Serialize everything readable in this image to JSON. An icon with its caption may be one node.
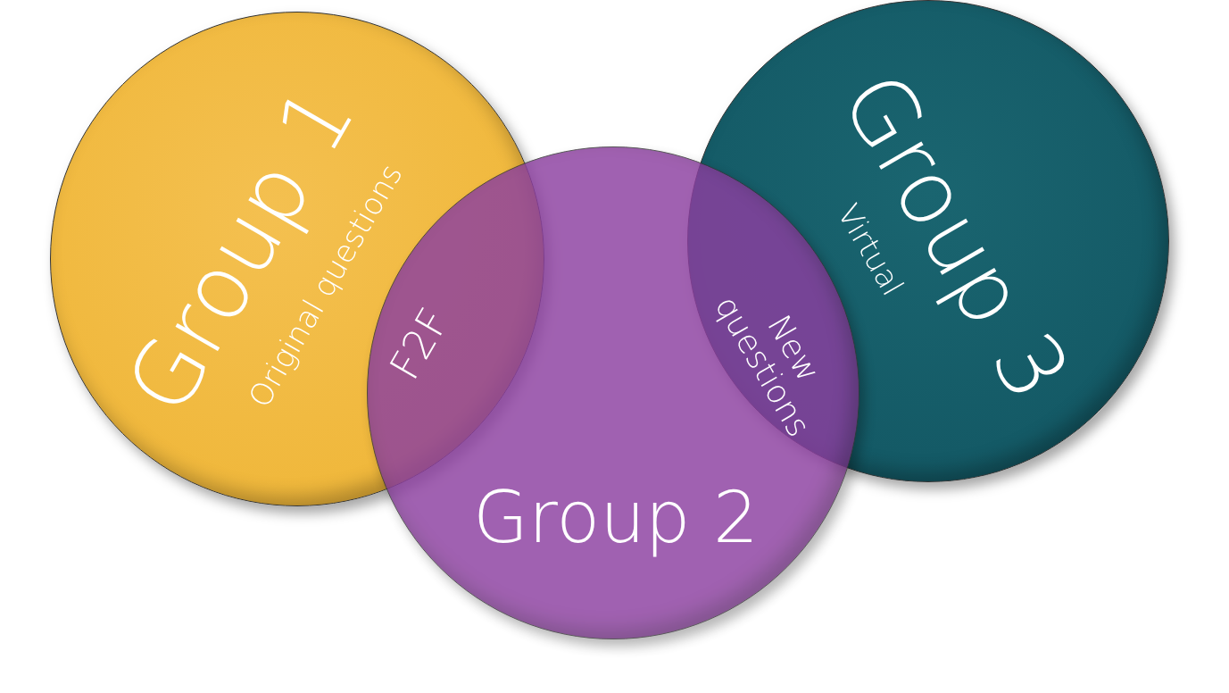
{
  "diagram": {
    "nodes": [
      {
        "text": [
          "Group 1",
          "Original questions"
        ]
      },
      {
        "text": [
          "Group 2"
        ]
      },
      {
        "text": [
          "Group 3",
          "Virtual"
        ]
      }
    ],
    "labels": [
      "F2F",
      "New questions"
    ]
  }
}
